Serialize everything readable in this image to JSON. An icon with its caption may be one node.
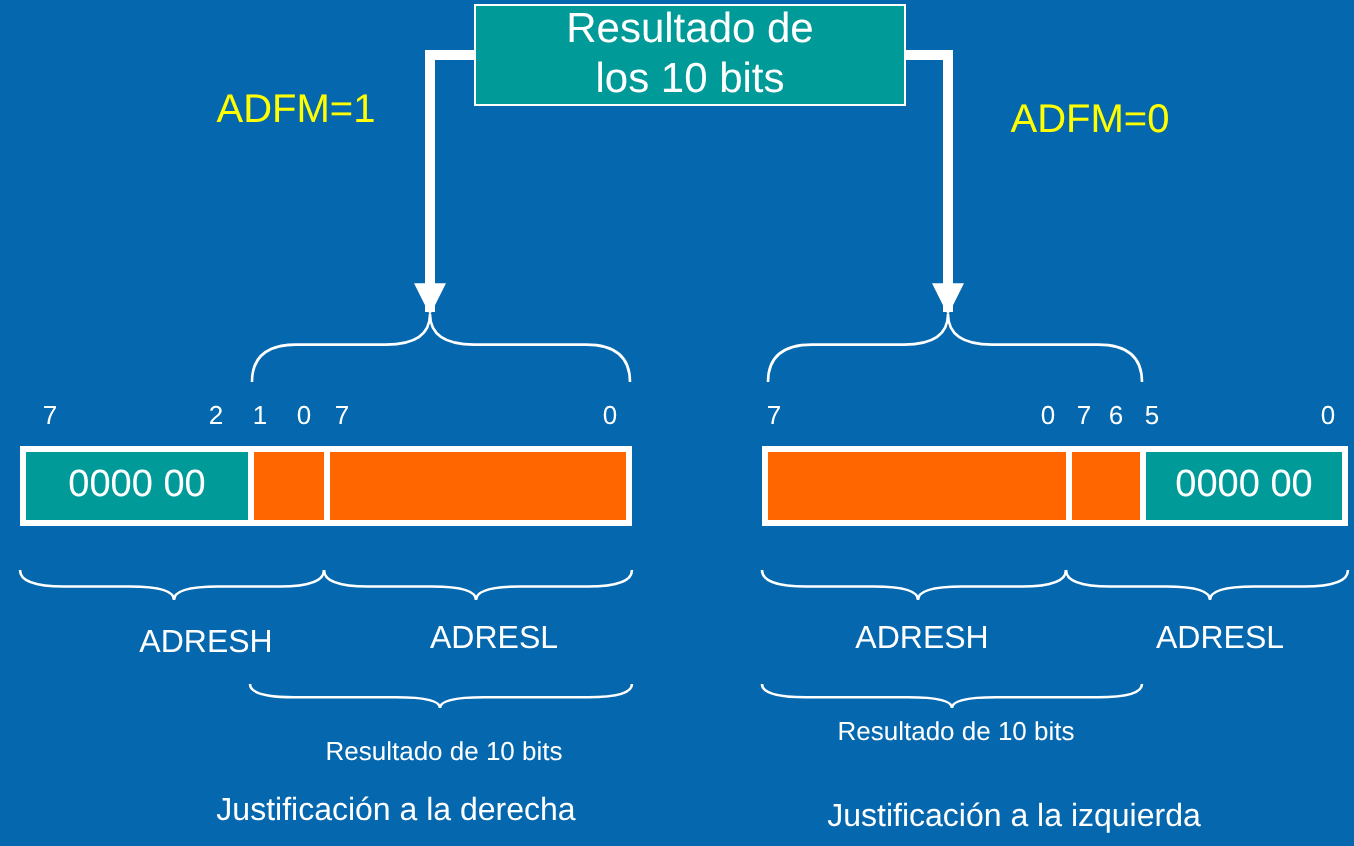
{
  "diagram": {
    "nodes": [
      {
        "text": [
          "Resultado de los 10 bits"
        ]
      },
      {
        "text": [],
        "shape": "brace"
      },
      {
        "text": [],
        "shape": "brace"
      },
      {
        "text": [
          "0000 00"
        ]
      },
      {
        "text": [],
        "shape": "box"
      },
      {
        "text": [],
        "shape": "box"
      },
      {
        "text": [],
        "shape": "box"
      },
      {
        "text": [],
        "shape": "box"
      },
      {
        "text": [
          "0000 00"
        ]
      }
    ],
    "edges": [
      {
        "from": 0,
        "to": 1,
        "arrow": "to",
        "label": "ADFM=1"
      },
      {
        "from": 0,
        "to": 2,
        "arrow": "to",
        "label": "ADFM=0"
      }
    ],
    "labels": [
      "7",
      "2",
      "1",
      "0",
      "7",
      "0",
      "7",
      "0",
      "7",
      "6",
      "5",
      "0",
      "ADRESH",
      "ADRESL",
      "ADRESH",
      "ADRESL",
      "Resultado de 10 bits",
      "Resultado de 10 bits",
      "Justificación a la derecha",
      "Justificación a la izquierda"
    ]
  }
}
